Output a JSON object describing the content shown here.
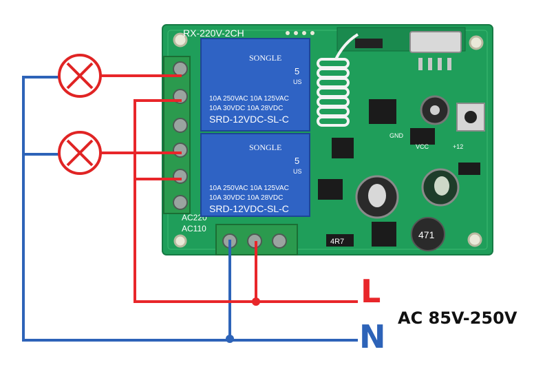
{
  "board": {
    "model": "RX-220V-2CH",
    "ac_label_top": "AC220",
    "ac_label_bottom": "AC110",
    "gnd_label": "GND",
    "vcc_label": "VCC",
    "plus12_label": "+12",
    "resistor_code": "4R7",
    "inductor_code": "471",
    "colors": {
      "pcb": "#1f9e5a",
      "relay": "#2f63c4",
      "terminal": "#2b9a4e"
    }
  },
  "relays": [
    {
      "brand": "SONGLE",
      "rating_1": "10A 250VAC  10A 125VAC",
      "rating_2": "10A  30VDC  10A  28VDC",
      "model": "SRD-12VDC-SL-C",
      "num": "5",
      "us": "US"
    },
    {
      "brand": "SONGLE",
      "rating_1": "10A 250VAC  10A 125VAC",
      "rating_2": "10A  30VDC  10A  28VDC",
      "model": "SRD-12VDC-SL-C",
      "num": "5",
      "us": "US"
    }
  ],
  "wiring": {
    "line_label": "L",
    "neutral_label": "N",
    "voltage_label": "AC 85V-250V",
    "line_color": "#e8262a",
    "neutral_color": "#2d63b8",
    "lamp_color": "#e02424"
  }
}
